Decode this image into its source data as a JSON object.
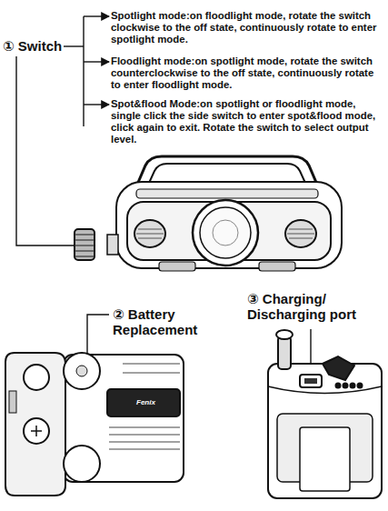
{
  "diagram": {
    "labels": [
      "① Switch",
      "Spotlight mode:",
      "on floodlight mode, rotate the switch clockwise to the off state, continuously rotate to enter spotlight mode.",
      "Floodlight mode:",
      "on spotlight mode, rotate the switch counterclockwise to the off state, continuously rotate to enter floodlight mode.",
      "Spot&flood Mode:",
      "on spotlight or floodlight mode, single click the side switch to enter spot&flood mode, click again to exit. Rotate the switch to select output level.",
      "② Battery Replacement",
      "③ Charging/ Discharging port",
      "Fenix"
    ]
  }
}
